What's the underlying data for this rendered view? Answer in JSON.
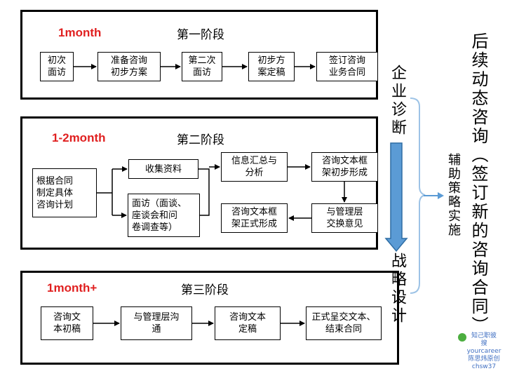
{
  "stage1": {
    "duration": "1month",
    "title": "第一阶段",
    "steps": [
      "初次\n面访",
      "准备咨询\n初步方案",
      "第二次\n面访",
      "初步方\n案定稿",
      "签订咨询\n业务合同"
    ]
  },
  "stage2": {
    "duration": "1-2month",
    "title": "第二阶段",
    "plan": "根据合同\n制定具体\n咨询计划",
    "collect": "收集资料",
    "interview": "面访（面谈、\n座谈会和问\n卷调查等）",
    "summary": "信息汇总与\n分析",
    "draft": "咨询文本框\n架初步形成",
    "exchange": "与管理层\n交换意见",
    "final_frame": "咨询文本框\n架正式形成"
  },
  "stage3": {
    "duration": "1month+",
    "title": "第三阶段",
    "steps": [
      "咨询文\n本初稿",
      "与管理层沟\n通",
      "咨询文本\n定稿",
      "正式呈交文本、\n结束合同"
    ]
  },
  "side": {
    "diagnosis": "企业诊断",
    "strategy": "战略设计",
    "assist": "辅助策略实施",
    "followup": "后续动态咨询（签订新的咨询合同）"
  },
  "watermark": {
    "line1": "知己职彼",
    "line2": "搜 yourcareer",
    "line3": "陈思炜原创",
    "line4": "chsw37"
  },
  "colors": {
    "duration": "#e02020",
    "arrow_fill": "#5b9bd5",
    "arrow_stroke": "#2e6da4",
    "brace": "#9dc3e6",
    "watermark": "#3f6fc2"
  }
}
